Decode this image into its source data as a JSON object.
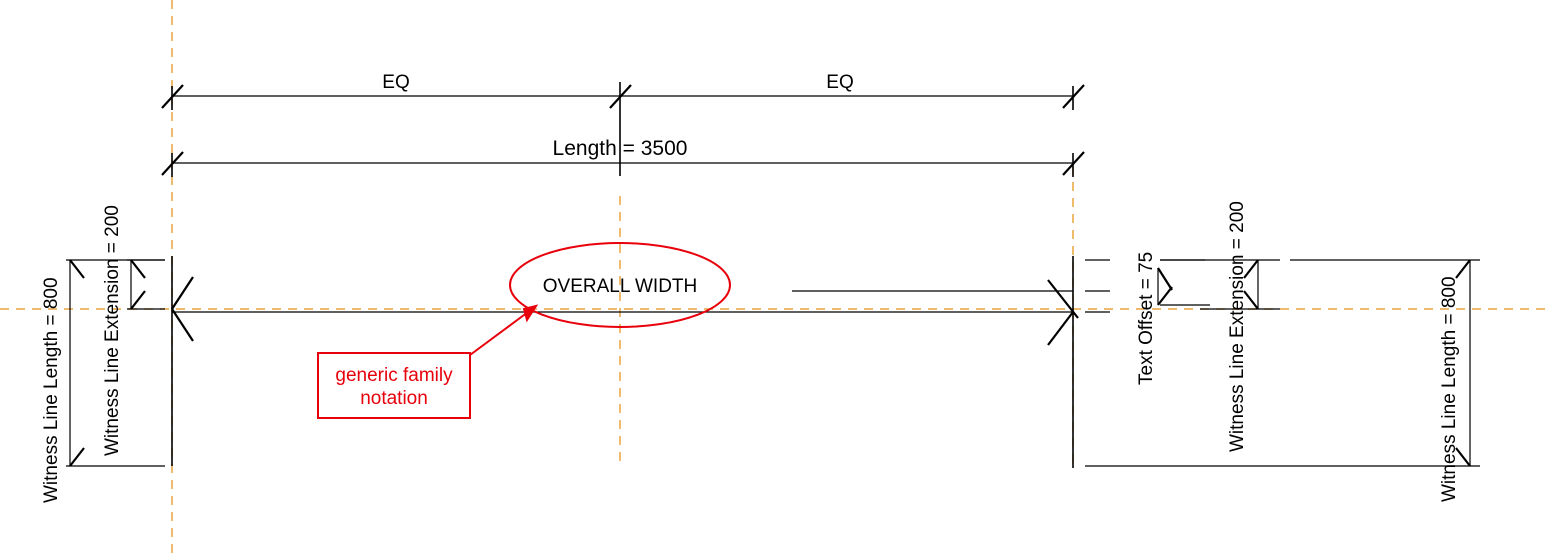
{
  "drawing": {
    "title": "Revit generic family dimension annotation diagram",
    "background_color": "#ffffff",
    "line_color": "#000000",
    "reference_plane_color": "#E8A33D",
    "note_color": "#E8000B"
  },
  "dimensions": {
    "eq_left": "EQ",
    "eq_right": "EQ",
    "overall_length": "Length = 3500",
    "overall_width_tag": "OVERALL WIDTH"
  },
  "labels": {
    "left_witness_line_length": "Witness Line Length = 800",
    "left_witness_line_extension": "Witness Line Extension = 200",
    "right_text_offset": "Text Offset = 75",
    "right_witness_line_extension": "Witness Line Extension = 200",
    "right_witness_line_length": "Witness Line Length = 800"
  },
  "callout": {
    "line_1": "generic family",
    "line_2": "notation"
  }
}
